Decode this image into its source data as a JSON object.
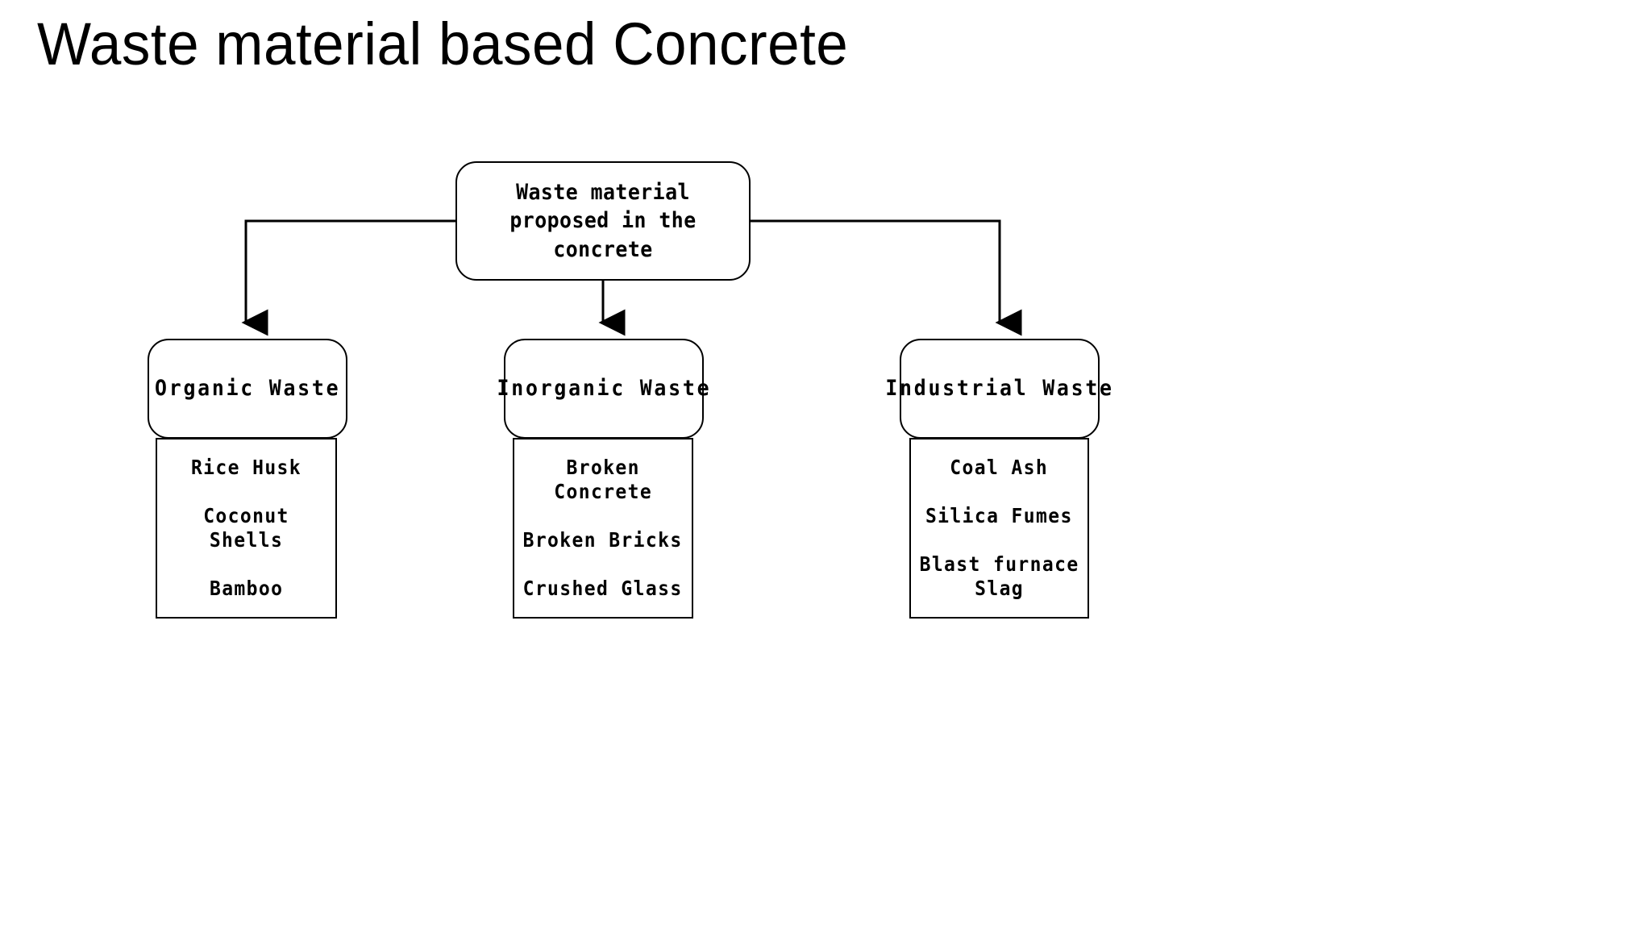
{
  "slide": {
    "title": "Waste material based Concrete",
    "background_color": "#ffffff",
    "ink_color": "#000000"
  },
  "diagram": {
    "type": "hierarchy-tree",
    "root": {
      "label": "Waste material proposed\nin the concrete",
      "shape": "rounded-rectangle"
    },
    "branches": [
      {
        "id": "organic",
        "header": "Organic  Waste",
        "header_shape": "rounded-rectangle",
        "list_shape": "rectangle",
        "items": [
          "Rice Husk",
          "Coconut Shells",
          "Bamboo"
        ]
      },
      {
        "id": "inorganic",
        "header": "Inorganic  Waste",
        "header_shape": "rounded-rectangle",
        "list_shape": "rectangle",
        "items": [
          "Broken\nConcrete",
          "Broken Bricks",
          "Crushed Glass"
        ]
      },
      {
        "id": "industrial",
        "header": "Industrial  Waste",
        "header_shape": "rounded-rectangle",
        "list_shape": "rectangle",
        "items": [
          "Coal Ash",
          "Silica Fumes",
          "Blast furnace\nSlag"
        ]
      }
    ],
    "connectors": {
      "style": "orthogonal-elbow",
      "arrowhead": "filled-triangle",
      "count": 3
    }
  }
}
